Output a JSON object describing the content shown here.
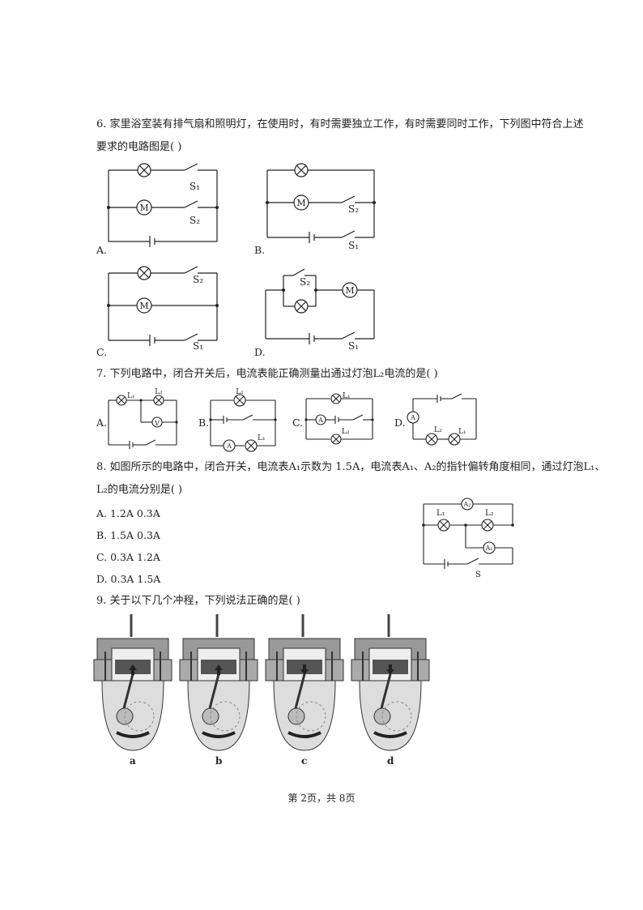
{
  "q6": {
    "line1": "6. 家里浴室装有排气扇和照明灯，在使用时，有时需要独立工作，有时需要同时工作，下列图中符合上述",
    "line2": "要求的电路图是(    )",
    "options": [
      "A.",
      "B.",
      "C.",
      "D."
    ]
  },
  "q7": {
    "stem": "7. 下列电路中，闭合开关后，电流表能正确测量出通过灯泡L₂电流的是(    )",
    "options": [
      "A.",
      "B.",
      "C.",
      "D."
    ]
  },
  "q8": {
    "line1": "8. 如图所示的电路中，闭合开关，电流表A₁示数为 1.5A，电流表A₁、A₂的指针偏转角度相同，通过灯泡L₁、",
    "line2": "L₂的电流分别是(    )",
    "choices": [
      "A. 1.2A  0.3A",
      "B. 1.5A  0.3A",
      "C. 0.3A  1.2A",
      "D. 0.3A  1.5A"
    ]
  },
  "q9": {
    "stem": "9. 关于以下几个冲程，下列说法正确的是(    )",
    "captions": [
      "a",
      "b",
      "c",
      "d"
    ]
  },
  "labels": {
    "m": "M",
    "s1": "S₁",
    "s2": "S₂",
    "s": "S",
    "l1": "L₁",
    "l2": "L₂",
    "v": "V",
    "a": "A",
    "a1": "A₁",
    "a2": "A₂"
  },
  "footer": "第 2页，共 8页"
}
